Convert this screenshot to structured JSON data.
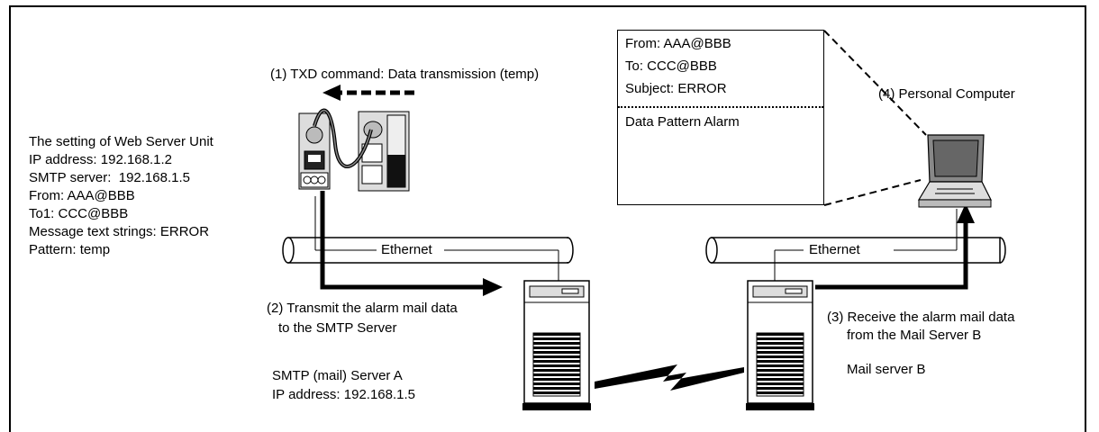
{
  "labels": {
    "txd_command": "(1) TXD command: Data transmission (temp)",
    "personal_computer": "(4) Personal Computer",
    "transmit_line1": "(2) Transmit the alarm mail data",
    "transmit_line2": "to the SMTP Server",
    "receive_line1": "(3) Receive the alarm mail data",
    "receive_line2": "from the Mail Server B",
    "ethernet_left": "Ethernet",
    "ethernet_right": "Ethernet",
    "smtp_server_name": "SMTP (mail) Server A",
    "smtp_server_ip": "IP address: 192.168.1.5",
    "mail_server_b": "Mail server B"
  },
  "settings": {
    "title": "The setting of Web Server Unit",
    "lines": [
      "IP address: 192.168.1.2",
      "SMTP server:  192.168.1.5",
      "From: AAA@BBB",
      "To1: CCC@BBB",
      "Message text strings: ERROR",
      "Pattern: temp"
    ]
  },
  "mail": {
    "from": "From: AAA@BBB",
    "to": "To: CCC@BBB",
    "subject": "Subject: ERROR",
    "body": "Data Pattern Alarm"
  }
}
